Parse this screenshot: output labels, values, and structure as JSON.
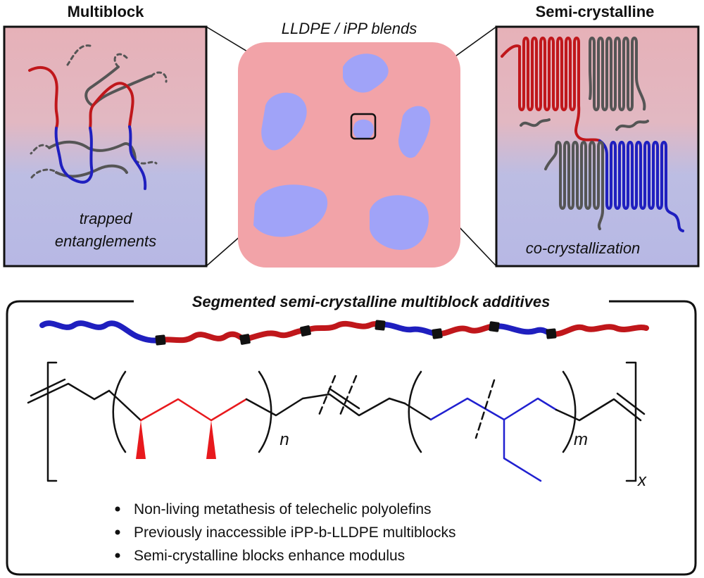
{
  "panels": {
    "left_title": "Multiblock",
    "left_caption_line1": "trapped",
    "left_caption_line2": "entanglements",
    "center_title": "LLDPE / iPP blends",
    "right_title": "Semi-crystalline",
    "right_caption": "co-crystallization"
  },
  "bottom": {
    "title": "Segmented semi-crystalline multiblock additives",
    "subscript_n": "n",
    "subscript_m": "m",
    "subscript_x": "x",
    "bullets": [
      "Non-living metathesis of telechelic polyolefins",
      "Previously inaccessible iPP-b-LLDPE multiblocks",
      "Semi-crystalline blocks enhance modulus"
    ]
  },
  "colors": {
    "ipp": "#c0171b",
    "lldpe": "#1f1fbf",
    "entangled_chain": "#555555",
    "blend_matrix": "#f2a3a8",
    "blend_domains": "#a0a3f8",
    "frame": "#111111"
  }
}
